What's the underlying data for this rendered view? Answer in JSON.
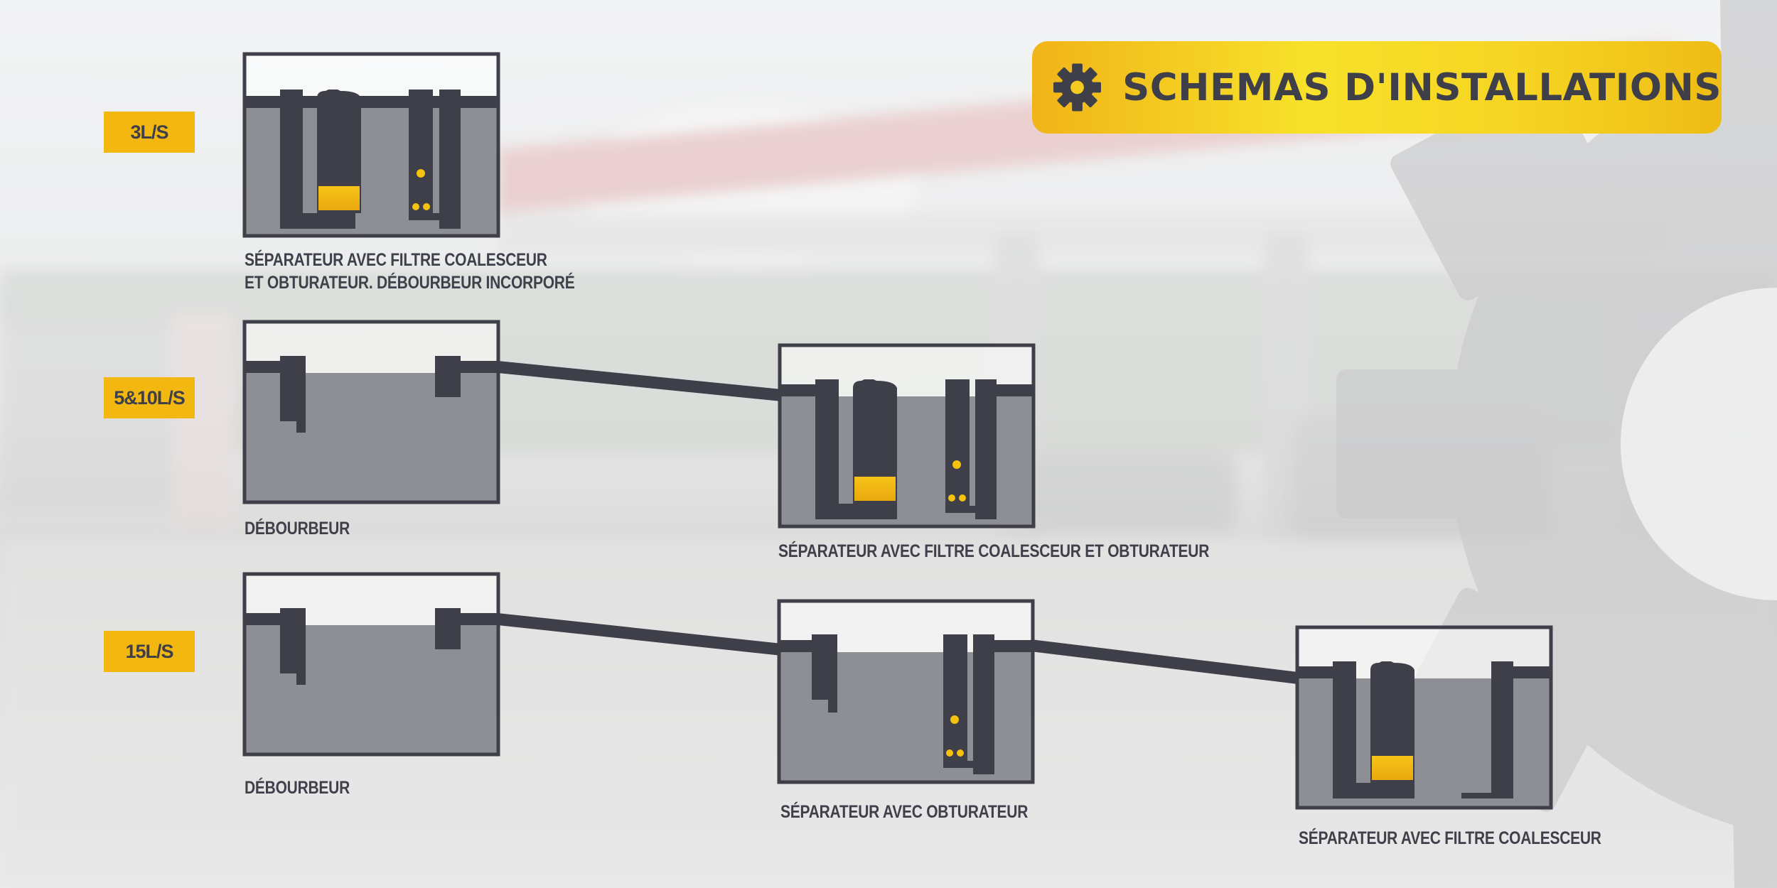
{
  "title": "SCHEMAS D'INSTALLATIONS",
  "colors": {
    "accent": "#f3b712",
    "dark": "#3e3f49",
    "liquid": "#8e8f94",
    "background": "#eeeeee"
  },
  "icons": {
    "title_icon": "gear-icon"
  },
  "rows": [
    {
      "flow_label": "3L/S",
      "captions": [
        "SÉPARATEUR AVEC FILTRE COALESCEUR",
        "ET OBTURATEUR. DÉBOURBEUR INCORPORÉ"
      ]
    },
    {
      "flow_label": "5&10L/S",
      "captions": [
        "DÉBOURBEUR",
        "SÉPARATEUR AVEC FILTRE COALESCEUR ET OBTURATEUR"
      ]
    },
    {
      "flow_label": "15L/S",
      "captions": [
        "DÉBOURBEUR",
        "SÉPARATEUR AVEC OBTURATEUR",
        "SÉPARATEUR AVEC FILTRE COALESCEUR"
      ]
    }
  ]
}
